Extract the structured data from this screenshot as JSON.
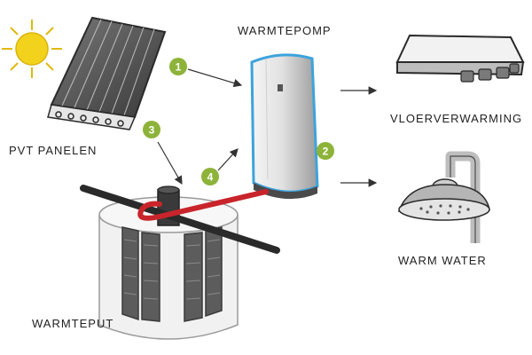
{
  "labels": {
    "heat_pump": "WARMTEPOMP",
    "pvt_panels": "PVT PANELEN",
    "floor_heating": "VLOERVERWARMING",
    "warm_water": "WARM WATER",
    "heat_well": "WARMTEPUT"
  },
  "badges": {
    "b1": "1",
    "b2": "2",
    "b3": "3",
    "b4": "4"
  },
  "colors": {
    "badge_green": "#8db33a",
    "sun_yellow": "#f2d21c",
    "unit_outline": "#3da3dc",
    "hot_pipe": "#c9242b"
  }
}
